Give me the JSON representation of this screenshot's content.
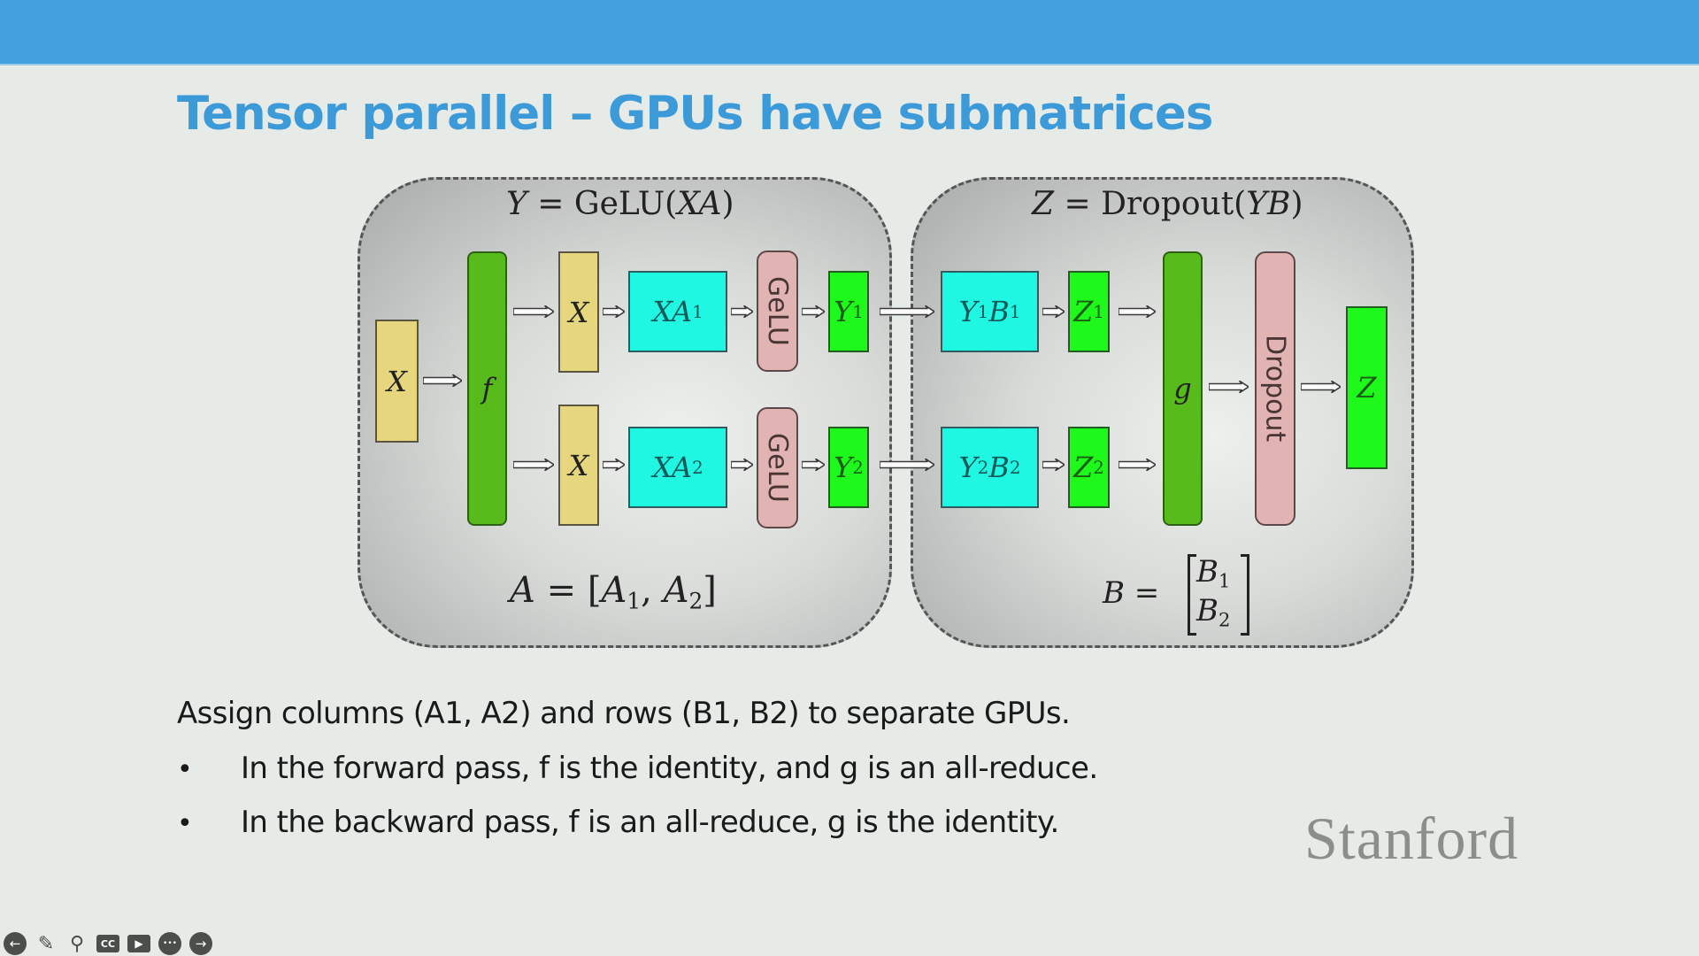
{
  "slide": {
    "title": "Tensor parallel – GPUs have submatrices",
    "accent_color": "#45a2df",
    "title_color": "#3c9ad8"
  },
  "diagram": {
    "left_panel": {
      "formula": {
        "lhs": "Y",
        "eq": " = GeLU(",
        "arg": "XA",
        "close": ")"
      },
      "input": "X",
      "f_label": "f",
      "split_inputs": [
        "X",
        "X"
      ],
      "products": [
        {
          "base": "XA",
          "sub": "1"
        },
        {
          "base": "XA",
          "sub": "2"
        }
      ],
      "activation_labels": [
        "GeLU",
        "GeLU"
      ],
      "outputs": [
        {
          "base": "Y",
          "sub": "1"
        },
        {
          "base": "Y",
          "sub": "2"
        }
      ],
      "partition": {
        "lhs": "A",
        "eq": " = [",
        "a1": "A",
        "a1_sub": "1",
        "sep": ", ",
        "a2": "A",
        "a2_sub": "2",
        "close": "]"
      }
    },
    "right_panel": {
      "formula": {
        "lhs": "Z",
        "eq": " = Dropout(",
        "arg": "YB",
        "close": ")"
      },
      "products": [
        {
          "a": "Y",
          "a_sub": "1",
          "b": "B",
          "b_sub": "1"
        },
        {
          "a": "Y",
          "a_sub": "2",
          "b": "B",
          "b_sub": "2"
        }
      ],
      "partials": [
        {
          "base": "Z",
          "sub": "1"
        },
        {
          "base": "Z",
          "sub": "2"
        }
      ],
      "g_label": "g",
      "dropout_label": "Dropout",
      "output": "Z",
      "partition": {
        "lhs": "B",
        "eq": " = ",
        "b1": "B",
        "b1_sub": "1",
        "b2": "B",
        "b2_sub": "2"
      }
    },
    "colors": {
      "input": "#e6d67d",
      "collective": "#57bb1c",
      "matmul": "#1ff7e3",
      "nonlinearity": "#e1b3b3",
      "activation": "#1ff81b"
    }
  },
  "body": {
    "intro": "Assign columns (A1, A2) and rows (B1, B2) to separate GPUs.",
    "bullets": [
      "In the forward pass, f is the identity, and g is an all-reduce.",
      "In the backward pass, f is an all-reduce, g is the identity."
    ],
    "bullet_char": "•"
  },
  "logo": "Stanford",
  "player_toolbar": {
    "buttons": [
      {
        "name": "previous-button",
        "icon": "arrow-left-icon",
        "glyph": "←"
      },
      {
        "name": "pen-button",
        "icon": "pencil-icon",
        "glyph": "✎"
      },
      {
        "name": "zoom-button",
        "icon": "magnifier-icon",
        "glyph": "⚲"
      },
      {
        "name": "captions-button",
        "icon": "cc-icon",
        "glyph": "CC"
      },
      {
        "name": "video-button",
        "icon": "camera-icon",
        "glyph": "▶"
      },
      {
        "name": "more-button",
        "icon": "ellipsis-icon",
        "glyph": "•••"
      },
      {
        "name": "next-button",
        "icon": "arrow-right-icon",
        "glyph": "→"
      }
    ]
  }
}
